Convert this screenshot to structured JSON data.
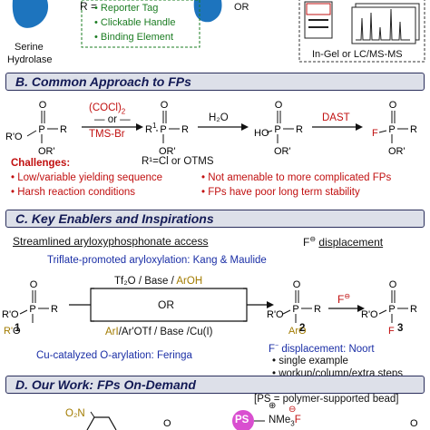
{
  "section_a": {
    "enzyme_label_1": "Serine",
    "enzyme_label_2": "Hydrolase",
    "r_equals": "R =",
    "r_options": [
      "Reporter Tag",
      "Clickable Handle",
      "Binding Element"
    ],
    "or_fragment": "OR",
    "analysis_label": "In-Gel or LC/MS-MS"
  },
  "section_b": {
    "title": "B. Common Approach to FPs",
    "reagent_top": "(COCl)",
    "reagent_top_sub": "2",
    "reagent_or": "or",
    "reagent_bottom": "TMS-Br",
    "step2_reagent": "H₂O",
    "step3_reagent": "DAST",
    "r1_note": "R¹=Cl or OTMS",
    "challenges_label": "Challenges:",
    "challenges": [
      "Low/variable yielding sequence",
      "Harsh reaction conditions",
      "Not amenable to more complicated FPs",
      "FPs have poor long term stability"
    ]
  },
  "section_c": {
    "title": "C. Key Enablers and Inspirations",
    "left_heading": "Streamlined aryloxyphosphonate access",
    "right_heading": "displacement",
    "f_minus": "F",
    "triflate_line_a": "Triflate-promoted aryloxylation: ",
    "triflate_line_b": "Kang & Maulide",
    "reagents_top_a": "Tf₂O / Base / ",
    "reagents_top_b": "ArOH",
    "or_text": "OR",
    "reagents_bottom_a": "ArI",
    "reagents_bottom_b": "/Ar'OTf / Base /Cu(I)",
    "cu_line_a": "Cu-catalyzed O-arylation: ",
    "cu_line_b": "Feringa",
    "cmpd1": "1",
    "cmpd2": "2",
    "cmpd3": "3",
    "f_displace_a": "F",
    "f_displace_b": " displacement: ",
    "f_displace_c": "Noort",
    "bullets": [
      "single example",
      "workup/column/extra steps"
    ]
  },
  "section_d": {
    "title": "D. Our Work: FPs On-Demand",
    "ps_note": "[PS = polymer-supported bead]",
    "ps_label": "PS",
    "nme3": "NMe",
    "nme3_sub": "3",
    "nitro": "O₂N",
    "f_label": "F"
  },
  "colors": {
    "accent_navy": "#131a55",
    "header_bg": "#dde0e9",
    "red": "#c11010",
    "green": "#1b7c22",
    "blue": "#1b2fa6",
    "gold": "#a27b00",
    "enzyme_blue": "#1d74be",
    "ps_magenta": "#d94fd0"
  }
}
